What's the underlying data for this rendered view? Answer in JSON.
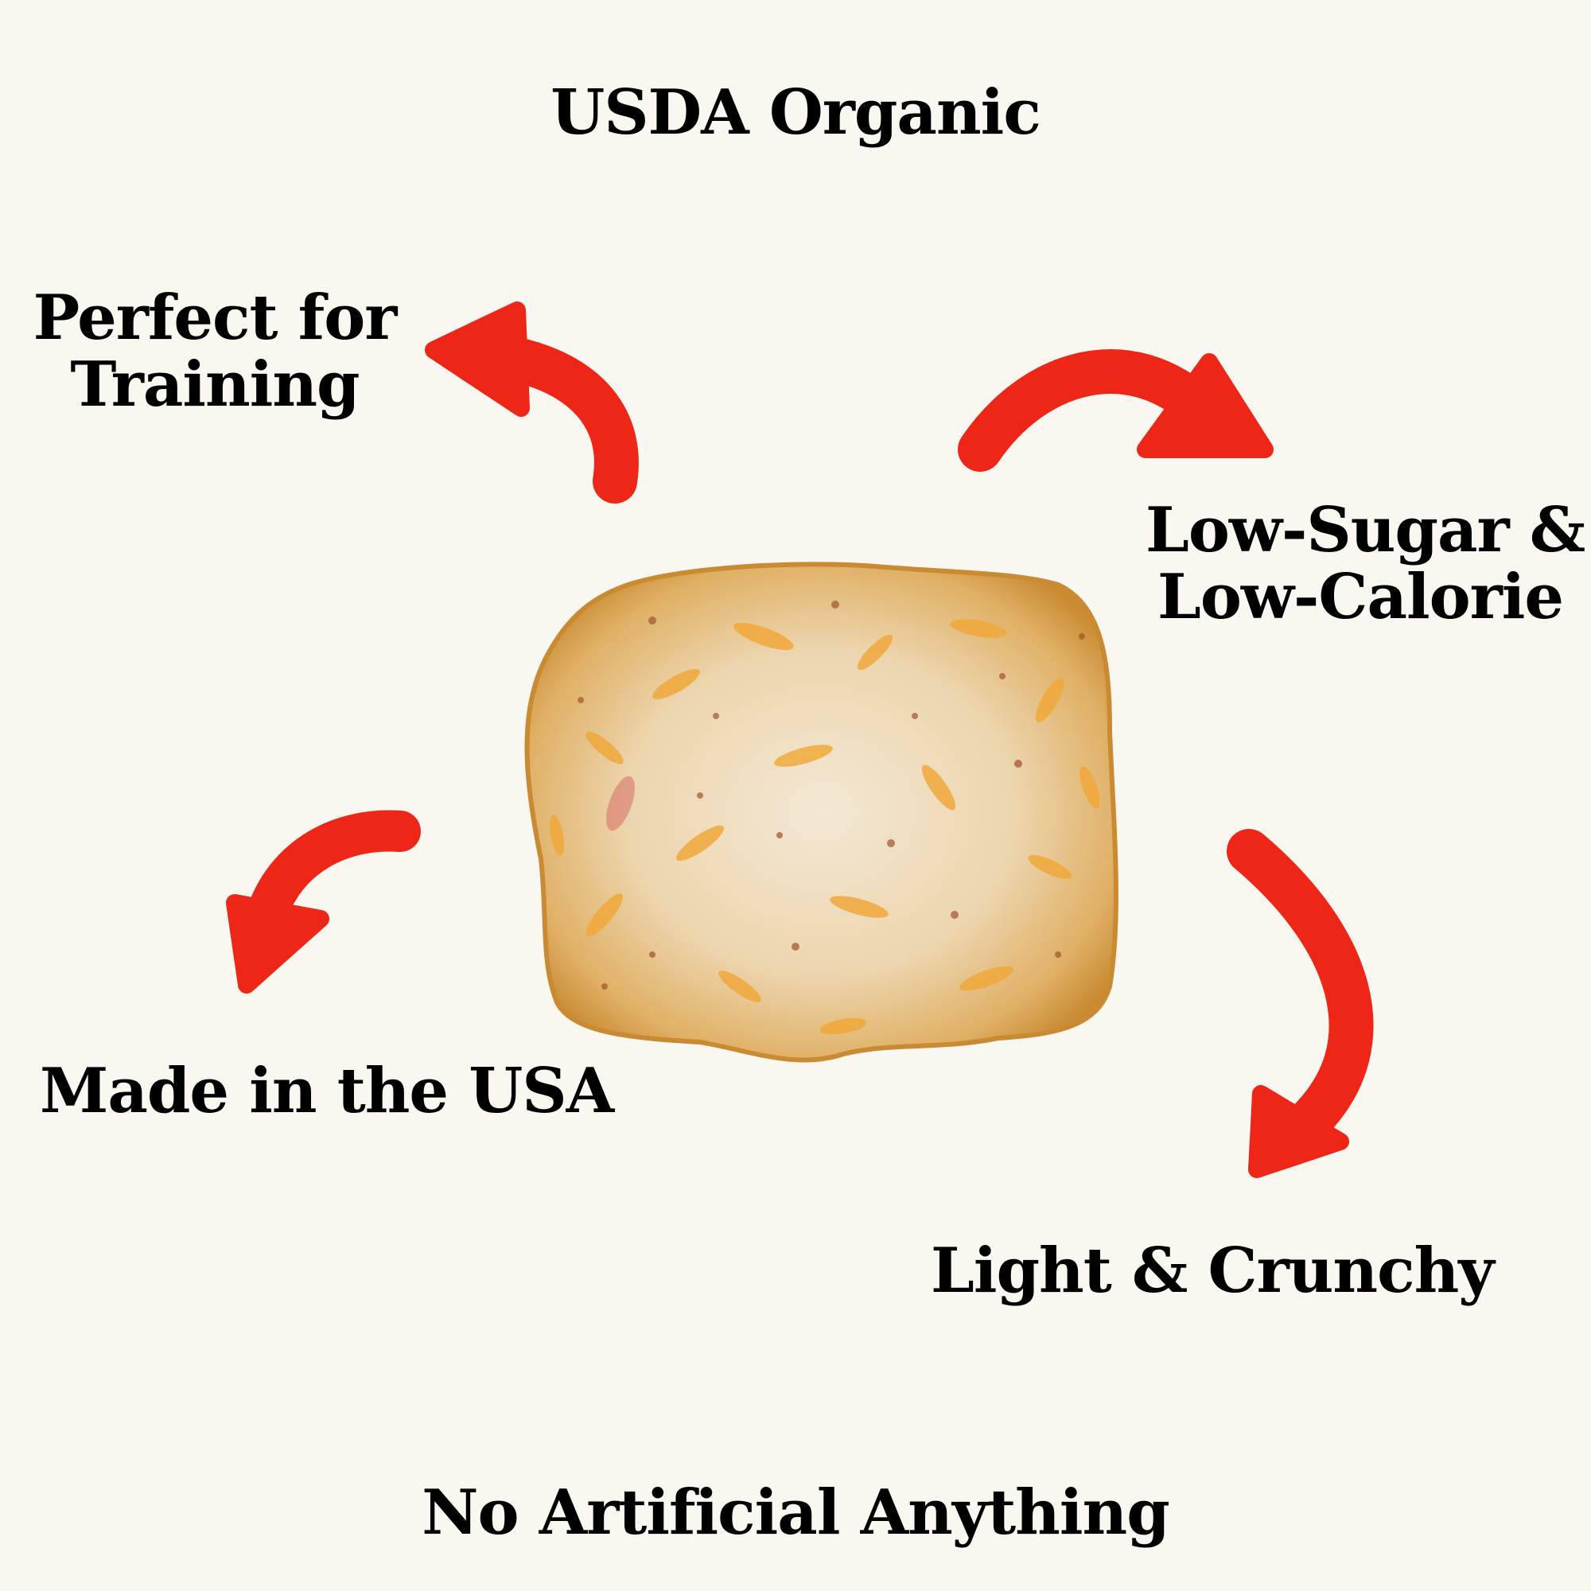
{
  "labels": {
    "usda": "USDA Organic",
    "training_line1": "Perfect for",
    "training_line2": "Training",
    "lowsugar_line1": "Low-Sugar &",
    "lowsugar_line2": "Low-Calorie",
    "usa": "Made in the USA",
    "crunchy": "Light & Crunchy",
    "no_artificial": "No Artificial Anything"
  },
  "colors": {
    "background": "#faf6f0",
    "arrow": "#ee2618",
    "text": "#000000"
  },
  "icons": {
    "product": "puff-treat-image",
    "arrows": [
      "curved-arrow-up-left-icon",
      "curved-arrow-right-icon",
      "curved-arrow-down-left-icon",
      "curved-arrow-down-icon"
    ]
  }
}
